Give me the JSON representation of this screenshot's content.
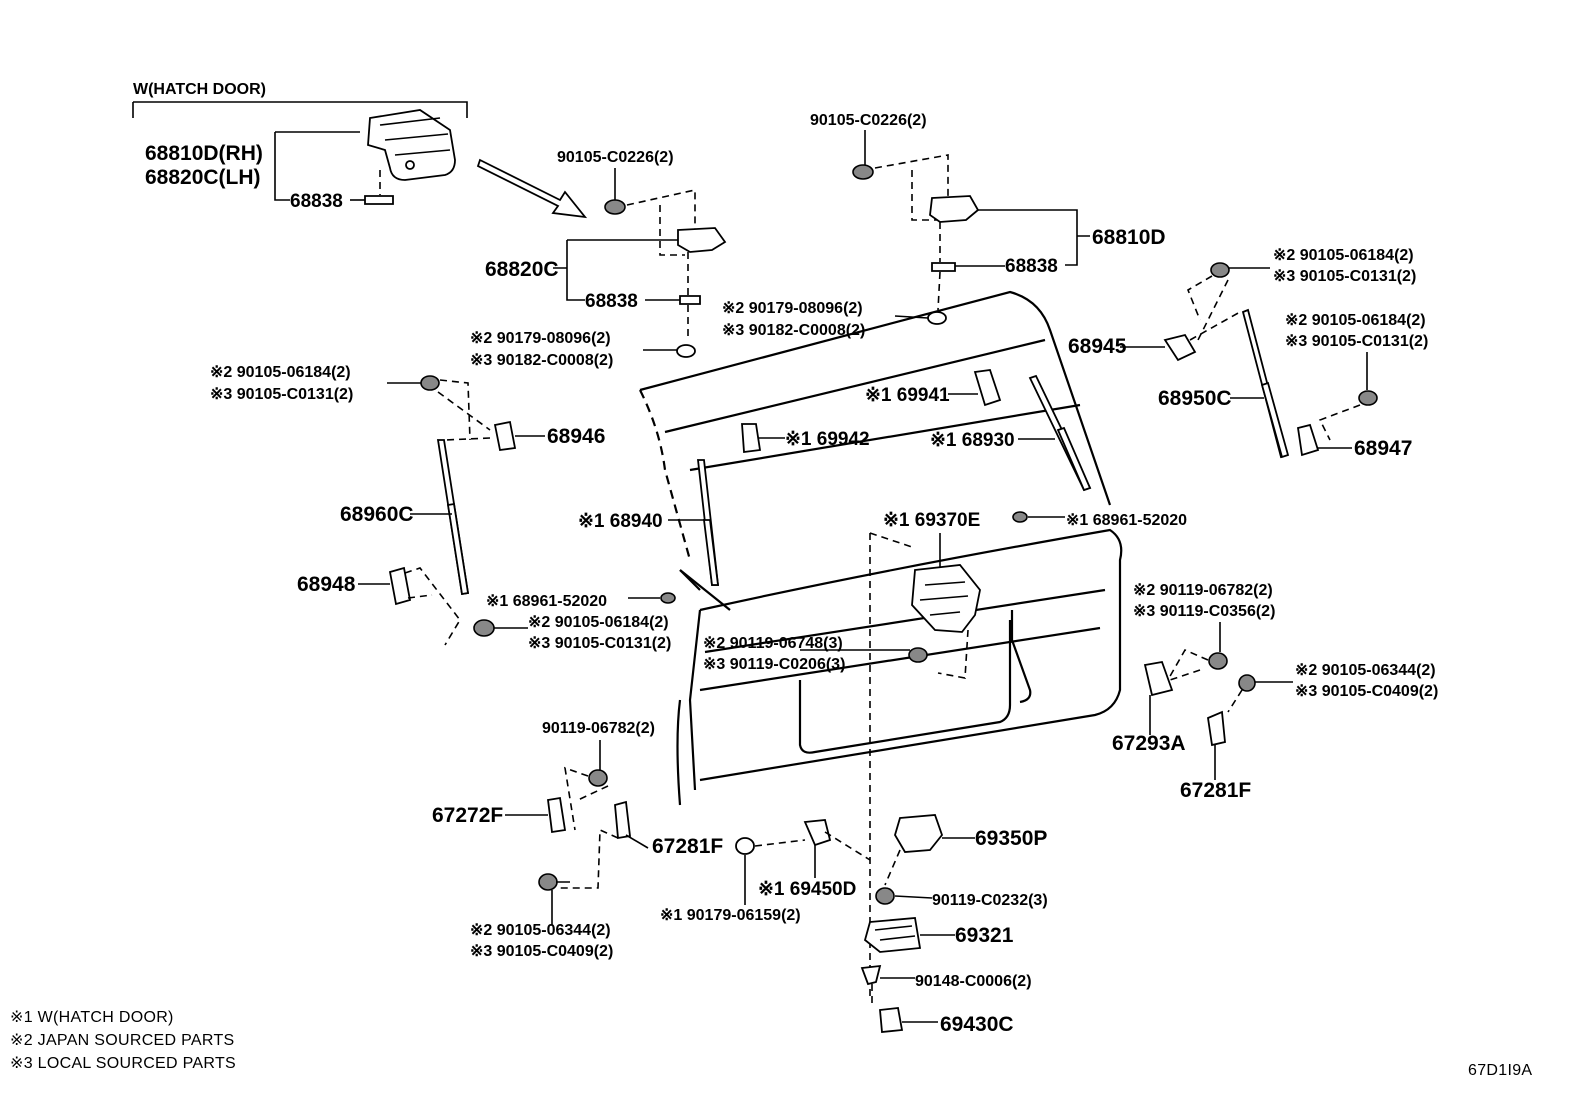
{
  "header": {
    "group_label": "W(HATCH DOOR)"
  },
  "callouts": {
    "p68810D_RH": "68810D(RH)",
    "p68820C_LH": "68820C(LH)",
    "p68838_a": "68838",
    "p90105_C0226_a": "90105-C0226(2)",
    "p68820C": "68820C",
    "p68838_b": "68838",
    "p90179_08096_a": "※2 90179-08096(2)",
    "p90182_C0008_a": "※3 90182-C0008(2)",
    "p90105_C0226_b": "90105-C0226(2)",
    "p68810D": "68810D",
    "p68838_c": "68838",
    "p90179_08096_b": "※2 90179-08096(2)",
    "p90182_C0008_b": "※3 90182-C0008(2)",
    "p90105_06184_tr": "※2 90105-06184(2)",
    "p90105_C0131_tr": "※3 90105-C0131(2)",
    "p68945": "68945",
    "p90105_06184_r": "※2 90105-06184(2)",
    "p90105_C0131_r": "※3 90105-C0131(2)",
    "p68950C": "68950C",
    "p68947": "68947",
    "p90105_06184_l": "※2 90105-06184(2)",
    "p90105_C0131_l": "※3 90105-C0131(2)",
    "p68946": "68946",
    "p69941": "※1 69941",
    "p69942": "※1 69942",
    "p68930": "※1 68930",
    "p68960C": "68960C",
    "p68940": "※1 68940",
    "p69370E": "※1 69370E",
    "p68961_52020_r": "※1 68961-52020",
    "p68948": "68948",
    "p68961_52020_l": "※1 68961-52020",
    "p90105_06184_bl": "※2 90105-06184(2)",
    "p90105_C0131_bl": "※3 90105-C0131(2)",
    "p90119_06748": "※2 90119-06748(3)",
    "p90119_C0206": "※3 90119-C0206(3)",
    "p90119_06782_r": "※2 90119-06782(2)",
    "p90119_C0356": "※3 90119-C0356(2)",
    "p90105_06344_r": "※2 90105-06344(2)",
    "p90105_C0409_r": "※3 90105-C0409(2)",
    "p67293A": "67293A",
    "p67281F_r": "67281F",
    "p90119_06782_l": "90119-06782(2)",
    "p67272F": "67272F",
    "p67281F_l": "67281F",
    "p69450D": "※1 69450D",
    "p90179_06159": "※1 90179-06159(2)",
    "p69350P": "69350P",
    "p90119_C0232": "90119-C0232(3)",
    "p69321": "69321",
    "p90148_C0006": "90148-C0006(2)",
    "p69430C": "69430C",
    "p90105_06344_l": "※2 90105-06344(2)",
    "p90105_C0409_l": "※3 90105-C0409(2)"
  },
  "legend": {
    "note1": "※1 W(HATCH DOOR)",
    "note2": "※2 JAPAN SOURCED PARTS",
    "note3": "※3 LOCAL SOURCED PARTS"
  },
  "diagram_code": "67D1I9A"
}
